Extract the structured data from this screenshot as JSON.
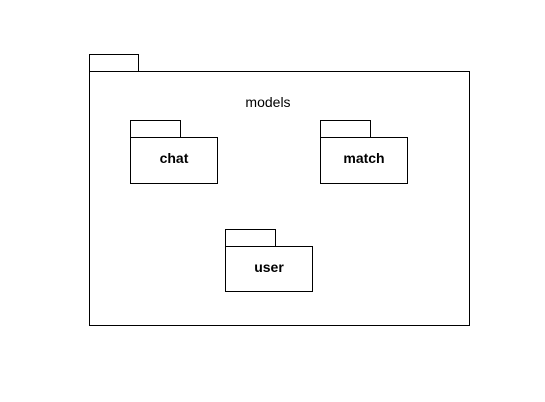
{
  "diagram": {
    "outer_package": {
      "name": "models"
    },
    "packages": [
      {
        "name": "chat"
      },
      {
        "name": "match"
      },
      {
        "name": "user"
      }
    ]
  },
  "colors": {
    "stroke": "#000000",
    "background": "#ffffff"
  }
}
